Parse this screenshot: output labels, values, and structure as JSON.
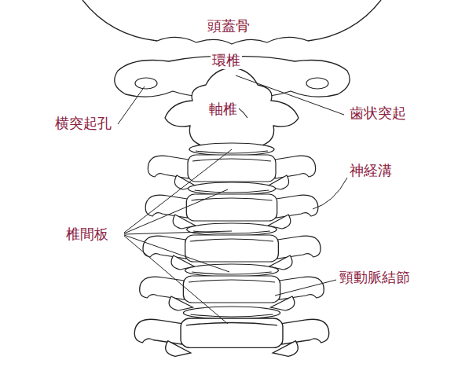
{
  "diagram": {
    "labels": [
      "頭蓋骨",
      "環椎",
      "横突起孔",
      "軸椎",
      "歯状突起",
      "神経溝",
      "椎間板",
      "頸動脈結節"
    ]
  }
}
